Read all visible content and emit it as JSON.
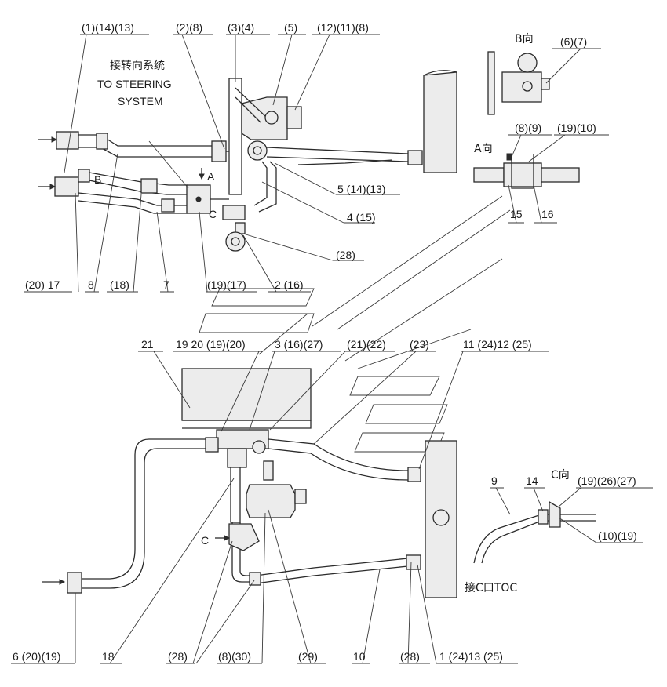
{
  "notes": {
    "steering_cn": "接转向系统",
    "steering_en_1": "TO STEERING",
    "steering_en_2": "SYSTEM",
    "view_b": "B向",
    "view_a": "A向",
    "view_c": "C向",
    "to_c_port": "接C口TOC",
    "arrow_a": "A",
    "arrow_b": "B",
    "arrow_c": "C",
    "arrow_c2": "C"
  },
  "labels": {
    "l01": "(1)(14)(13)",
    "l02": "(2)(8)",
    "l03": "(3)(4)",
    "l04": "(5)",
    "l05": "(12)(11)(8)",
    "l06": "(6)(7)",
    "l07": "(8)(9)",
    "l08": "(19)(10)",
    "l09": "5 (14)(13)",
    "l10": "4 (15)",
    "l11": "15",
    "l12": "16",
    "l13": "(28)",
    "l14": "(20) 17",
    "l15": "8",
    "l16": "(18)",
    "l17": "7",
    "l18": "(19)(17)",
    "l19": "2 (16)",
    "l20": "21",
    "l21": "19 20 (19)(20)",
    "l22": "3 (16)(27)",
    "l23": "(21)(22)",
    "l24": "(23)",
    "l25": "11 (24)12 (25)",
    "l26": "9",
    "l27": "14",
    "l28": "(19)(26)(27)",
    "l29": "(10)(19)",
    "l30": "6 (20)(19)",
    "l31": "18",
    "l32": "(28)",
    "l33": "(8)(30)",
    "l34": "(29)",
    "l35": "10",
    "l36": "(28)",
    "l37": "1 (24)13 (25)"
  }
}
